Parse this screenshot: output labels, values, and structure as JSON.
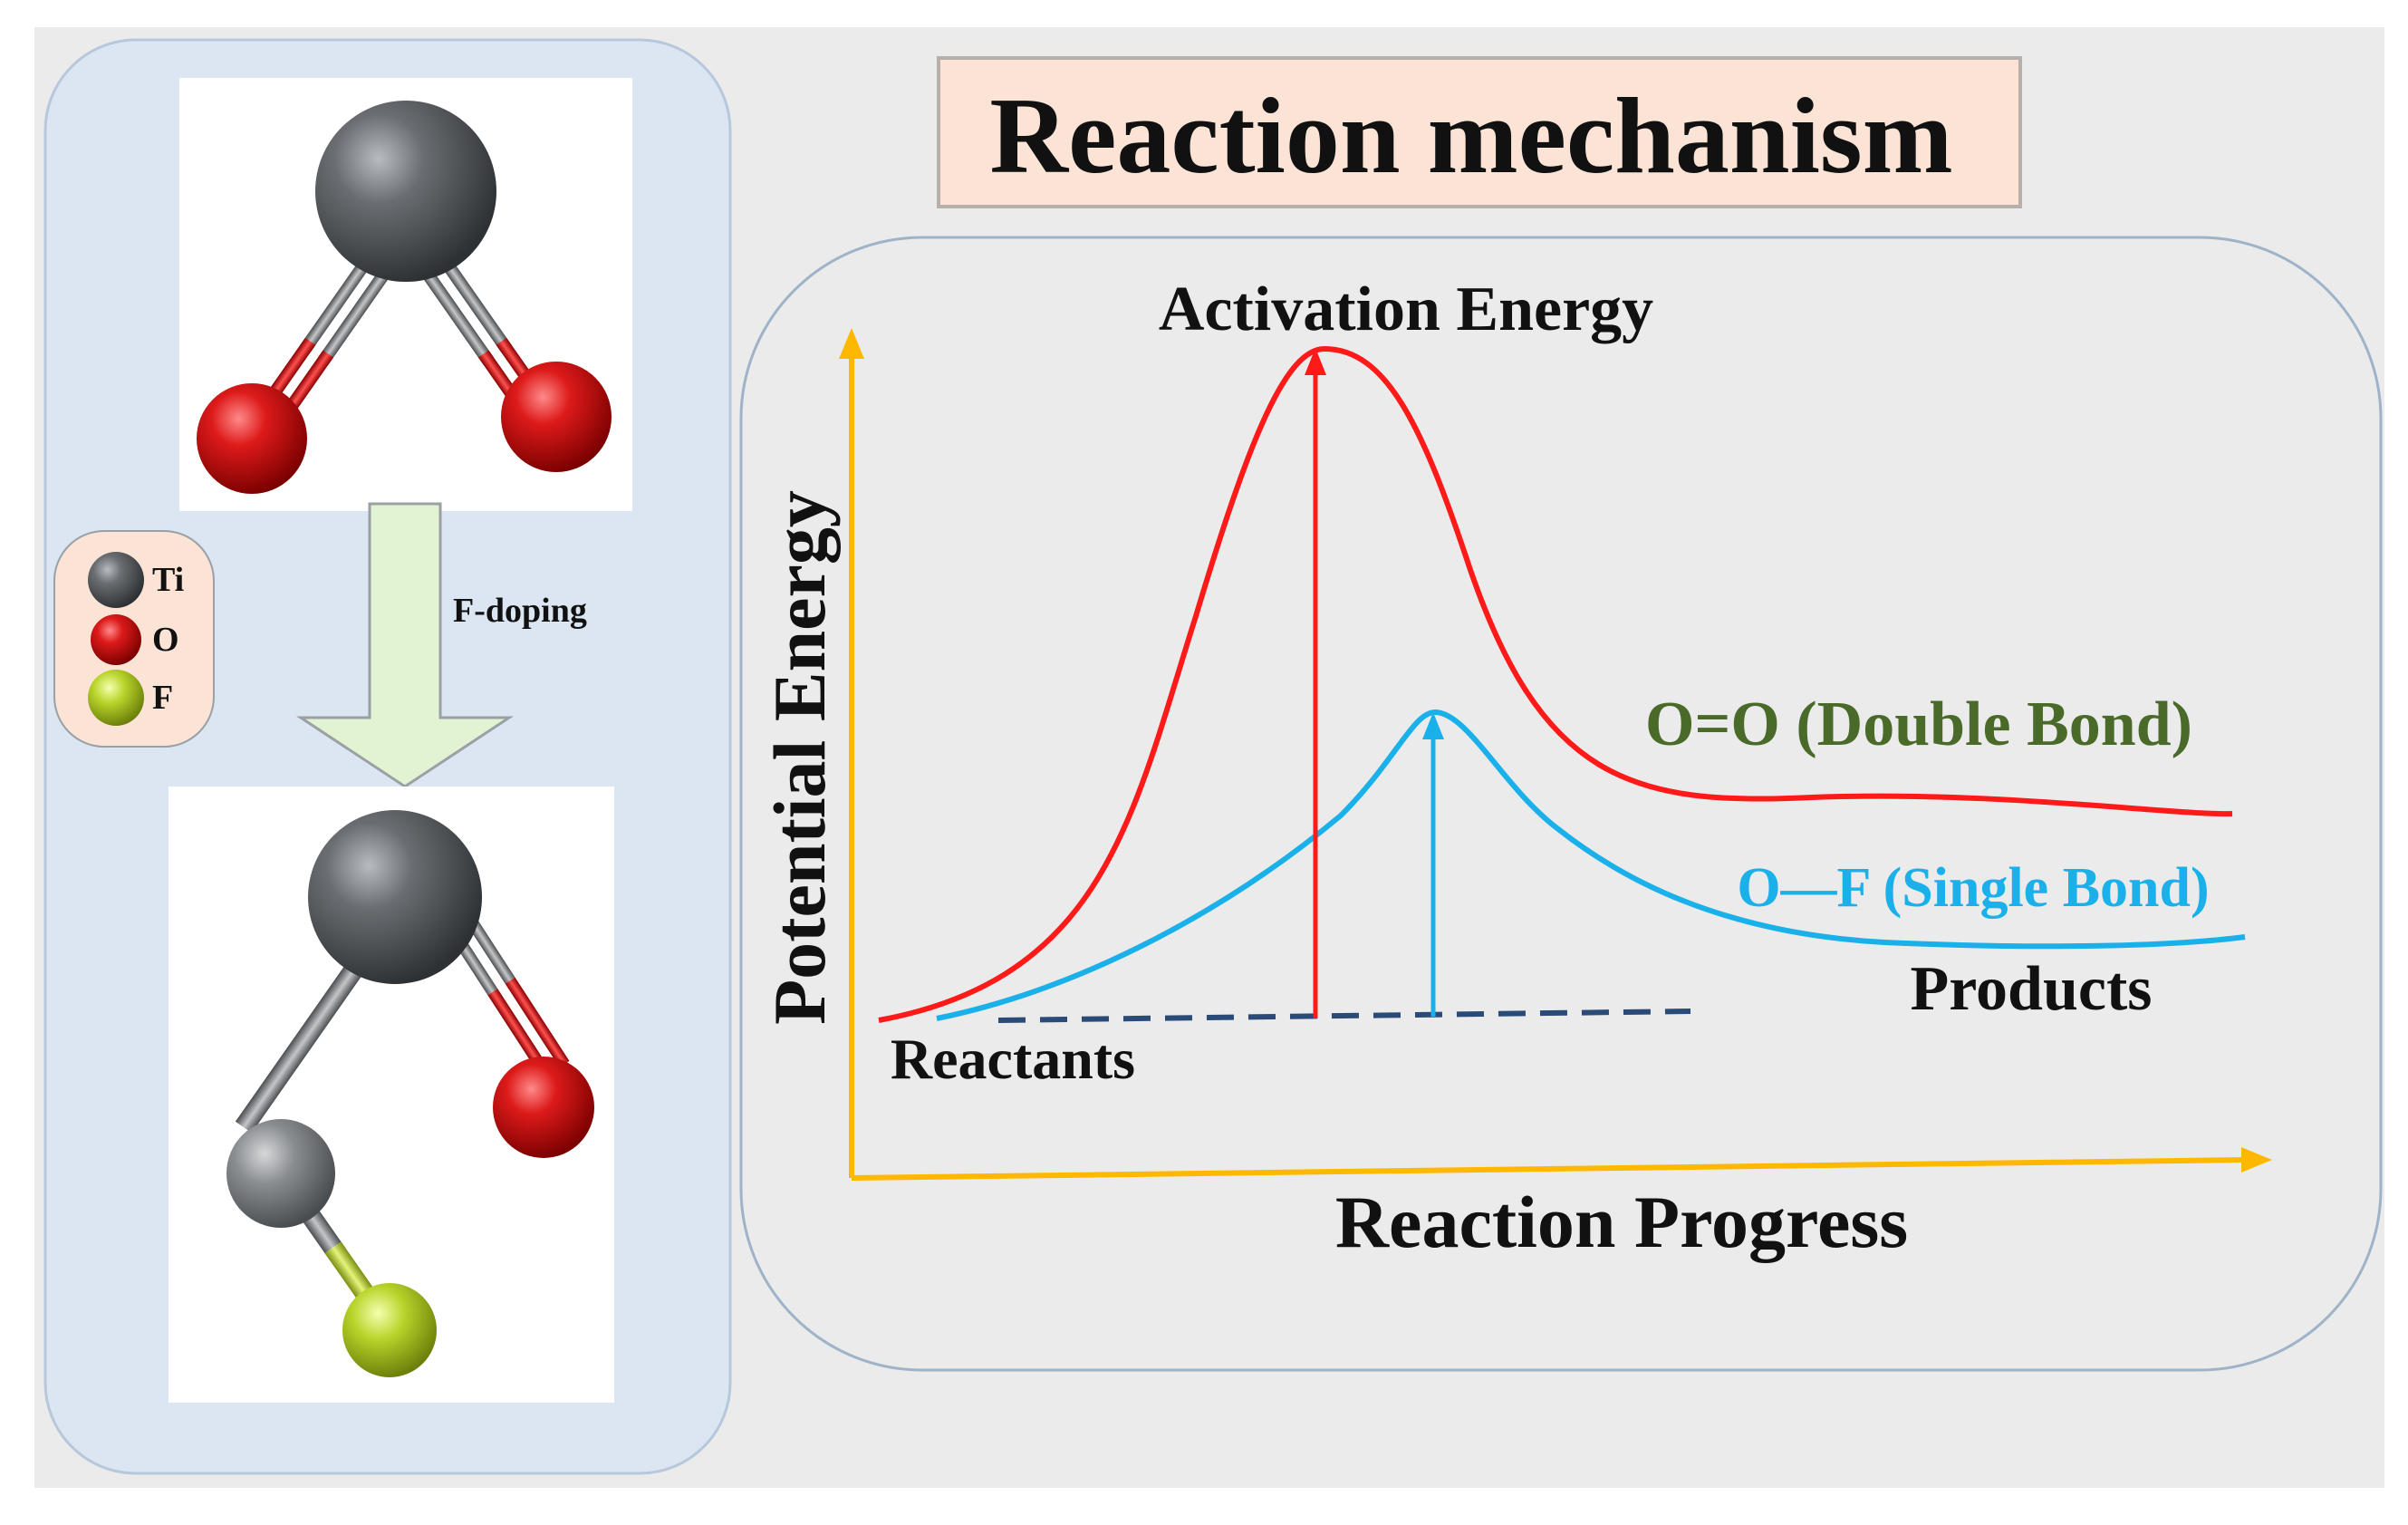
{
  "title": "Reaction mechanism",
  "legend": {
    "items": [
      {
        "label": "Ti",
        "color": "#555a5e"
      },
      {
        "label": "O",
        "color": "#cc1111"
      },
      {
        "label": "F",
        "color": "#a6c020"
      }
    ]
  },
  "doping_label": "F-doping",
  "energy_diagram": {
    "y_axis_label": "Potential Energy",
    "x_axis_label": "Reaction Progress",
    "activation_label": "Activation Energy",
    "reactants_label": "Reactants",
    "products_label": "Products",
    "curves": [
      {
        "name": "O=O (Double Bond)",
        "color": "#ff1a1a",
        "label_color": "#4a6a2a"
      },
      {
        "name": "O—F (Single Bond)",
        "color": "#1ab0ea",
        "label_color": "#1ab0ea"
      }
    ]
  },
  "colors": {
    "background": "#ebebeb",
    "panel": "#dbe6f2",
    "title_box": "#fbe4d6",
    "legend_box": "#fbe4d6",
    "arrow_fill": "#e1f3d0",
    "axis": "#ffb800",
    "dashed_line": "#2a4a78"
  }
}
